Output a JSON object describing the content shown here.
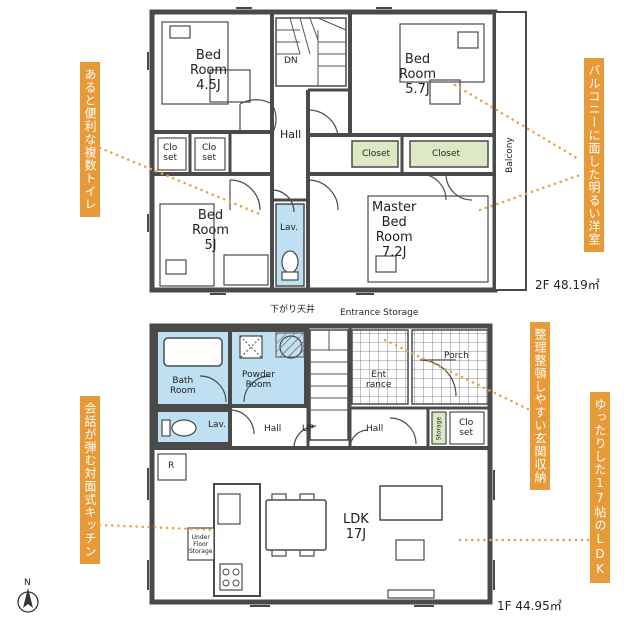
{
  "floor2": {
    "area": "2F 48.19㎡",
    "rooms": {
      "bed_a": [
        "Bed",
        "Room",
        "4.5J"
      ],
      "bed_b": [
        "Bed",
        "Room",
        "5.7J"
      ],
      "bed_c": [
        "Bed",
        "Room",
        "5J"
      ],
      "master": [
        "Master",
        "Bed",
        "Room",
        "7.2J"
      ],
      "hall": "Hall",
      "dn": "DN",
      "closet1": "Closet",
      "closet2": "Closet",
      "closet_a": [
        "Clo",
        "set"
      ],
      "closet_b": [
        "Clo",
        "set"
      ],
      "lav": "Lav.",
      "balcony": "Balcony"
    },
    "note_ceiling": "下がり天井"
  },
  "floor1": {
    "area": "1F 44.95㎡",
    "rooms": {
      "bath": [
        "Bath",
        "Room"
      ],
      "powder": [
        "Powder",
        "Room"
      ],
      "lav": "Lav.",
      "hall_left": "Hall",
      "up": "UP",
      "hall_right": "Hall",
      "entrance": [
        "Ent",
        "rance"
      ],
      "porch": "Porch",
      "storage": "Storage",
      "closet": [
        "Clo",
        "set"
      ],
      "ldk": [
        "LDK",
        "17J"
      ],
      "underfloor": [
        "Under",
        "Floor",
        "Storage"
      ],
      "fridge": "R"
    },
    "entrance_storage": "Entrance Storage"
  },
  "callouts": {
    "toilets": "あると便利な複数トイレ",
    "kitchen": "会話が弾む対面式キッチン",
    "balcony_room": "バルコニーに面した明るい洋室",
    "entrance": "整理整頓しやすい玄関収納",
    "ldk": "ゆったりした17帖のLDK"
  },
  "compass": "N",
  "colors": {
    "wall": "#4a4a4a",
    "wet_area": "#bfe0f2",
    "closet": "#dde9c4",
    "callout": "#e89a38",
    "leader": "#e8a040"
  }
}
